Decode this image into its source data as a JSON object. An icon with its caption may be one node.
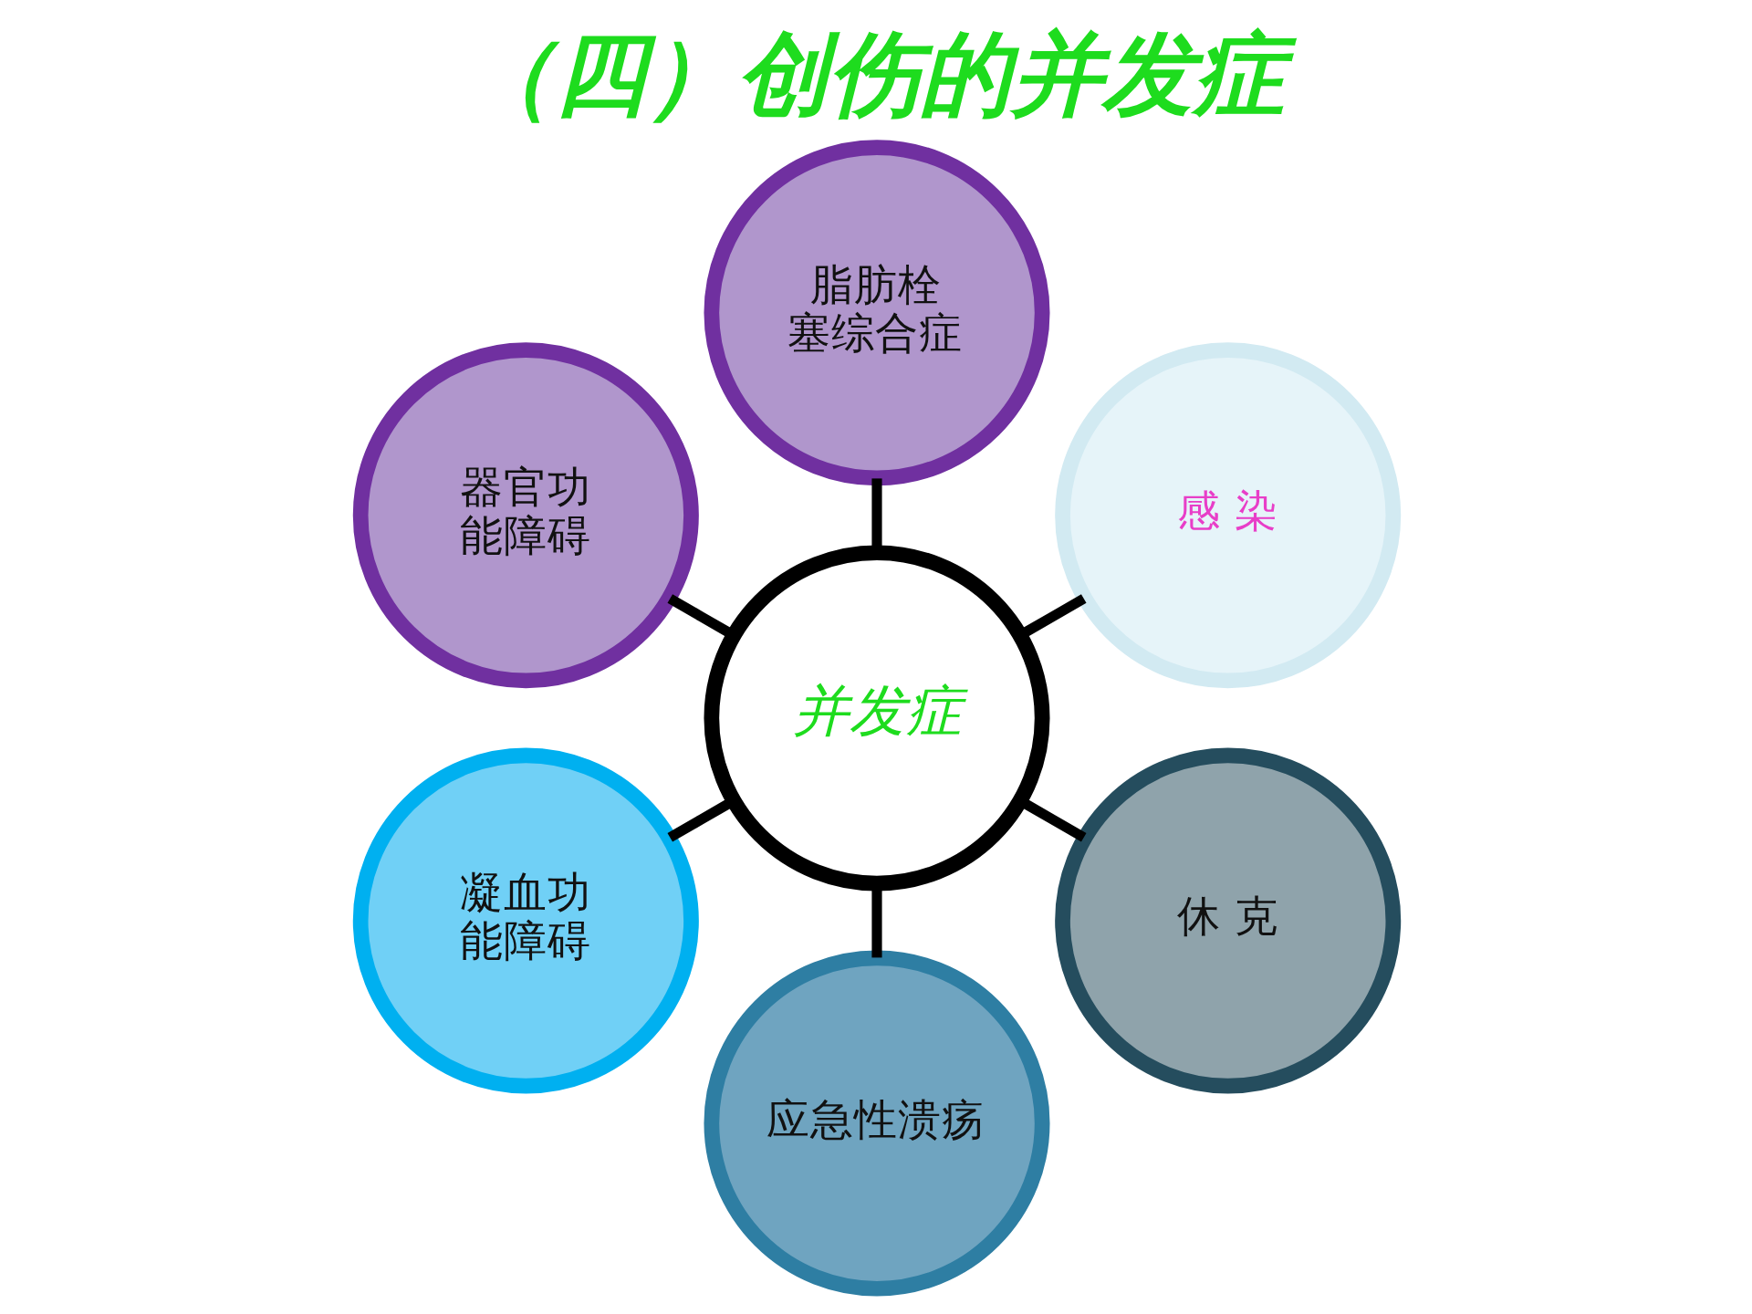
{
  "diagram": {
    "title": "（四）创伤的并发症",
    "nodes": [
      {
        "text": [
          "脂肪栓塞综合症"
        ]
      },
      {
        "text": [
          "器官功能障碍"
        ]
      },
      {
        "text": [
          "感 染"
        ]
      },
      {
        "text": [
          "并发症"
        ]
      },
      {
        "text": [
          "凝血功能障碍"
        ]
      },
      {
        "text": [
          "休 克"
        ]
      },
      {
        "text": [
          "应急性溃疡"
        ]
      }
    ],
    "edges": [
      {
        "from": 3,
        "to": 0,
        "arrow": "none"
      },
      {
        "from": 3,
        "to": 2,
        "arrow": "none"
      },
      {
        "from": 3,
        "to": 5,
        "arrow": "none"
      },
      {
        "from": 3,
        "to": 6,
        "arrow": "none"
      },
      {
        "from": 3,
        "to": 4,
        "arrow": "none"
      },
      {
        "from": 3,
        "to": 1,
        "arrow": "none"
      }
    ]
  }
}
